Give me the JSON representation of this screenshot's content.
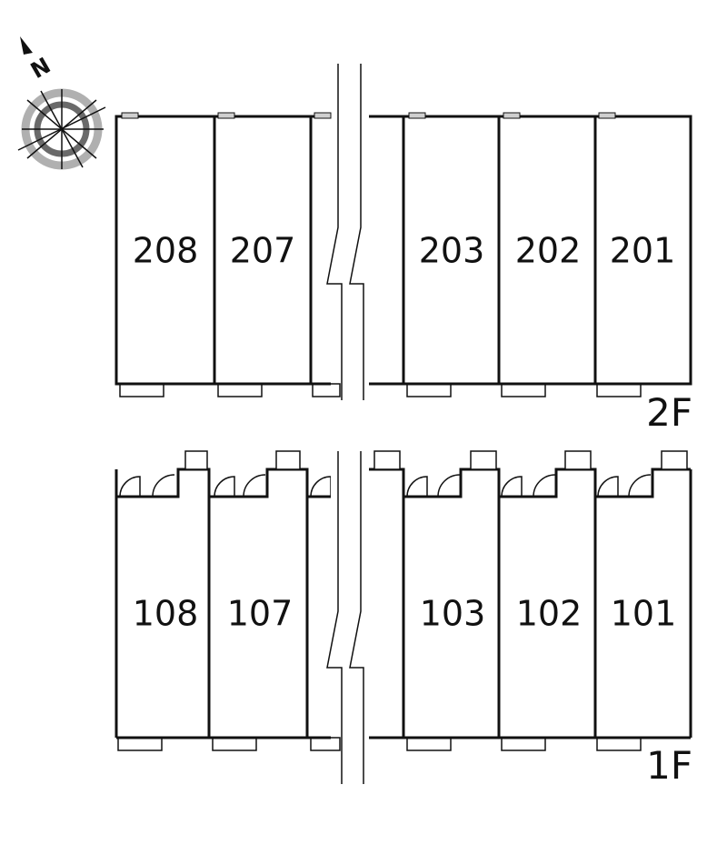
{
  "floors": [
    {
      "label": "2F",
      "units": [
        "208",
        "207",
        "203",
        "202",
        "201"
      ]
    },
    {
      "label": "1F",
      "units": [
        "108",
        "107",
        "103",
        "102",
        "101"
      ]
    }
  ],
  "compass": {
    "north_label": "N",
    "icon": "compass-rose-icon"
  },
  "colors": {
    "line": "#111111",
    "compass_ring_outer": "#b0b0b0",
    "compass_ring_inner": "#6a6a6a",
    "window": "#cfcfcf"
  }
}
